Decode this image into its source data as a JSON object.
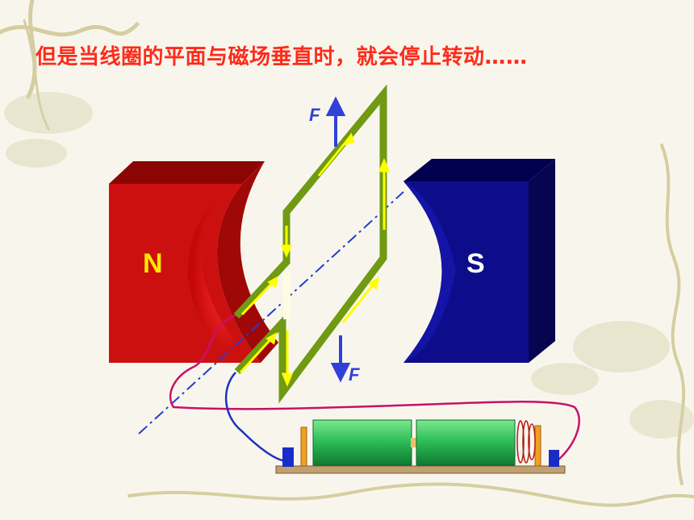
{
  "caption": "但是当线圈的平面与磁场垂直时，就会停止转动……",
  "labels": {
    "north_pole": "N",
    "south_pole": "S",
    "force_top": "F",
    "force_bottom": "F"
  },
  "colors": {
    "caption": "#ff2a1a",
    "north_magnet": "#cc1010",
    "south_magnet": "#0d0d8c",
    "coil": "#6f9a12",
    "current_arrow": "#ffff00",
    "force_arrow": "#3040d8",
    "axis_line": "#1f3fd0",
    "wire_red": "#c8106a",
    "wire_blue": "#2030c0",
    "battery": "#2fbf5a"
  }
}
